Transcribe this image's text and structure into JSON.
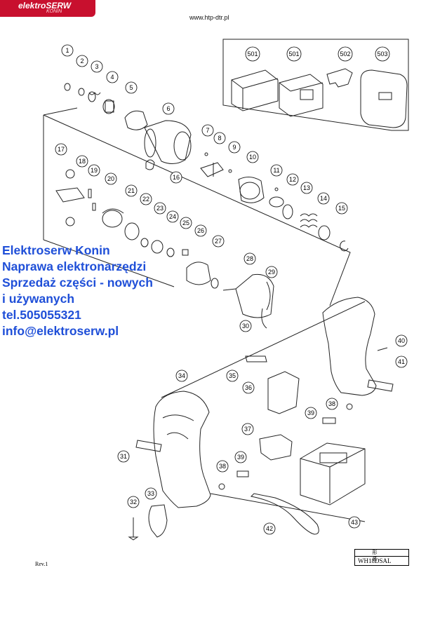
{
  "logo": {
    "brand": "elektroSERW",
    "city": "KONIN"
  },
  "header": {
    "url": "www.htp-dtr.pl"
  },
  "promo": {
    "lines": [
      "Elektroserw Konin",
      "Naprawa elektronarzędzi",
      "Sprzedaż części - nowych",
      "i używanych",
      "tel.505055321",
      "info@elektroserw.pl"
    ]
  },
  "callouts": [
    "1",
    "2",
    "3",
    "4",
    "5",
    "6",
    "7",
    "8",
    "9",
    "10",
    "11",
    "12",
    "13",
    "14",
    "15",
    "16",
    "17",
    "18",
    "19",
    "20",
    "21",
    "22",
    "23",
    "24",
    "25",
    "26",
    "27",
    "28",
    "29",
    "30",
    "31",
    "32",
    "33",
    "34",
    "35",
    "36",
    "37",
    "38",
    "38",
    "39",
    "39",
    "40",
    "41",
    "42",
    "43",
    "501",
    "501",
    "502",
    "503"
  ],
  "title_block": {
    "header": "形 名",
    "model": "WH18DSAL"
  },
  "footer": {
    "revision": "Rev.1"
  },
  "colors": {
    "promo_text": "#1f4fd8",
    "logo_bg": "#c8102e"
  }
}
